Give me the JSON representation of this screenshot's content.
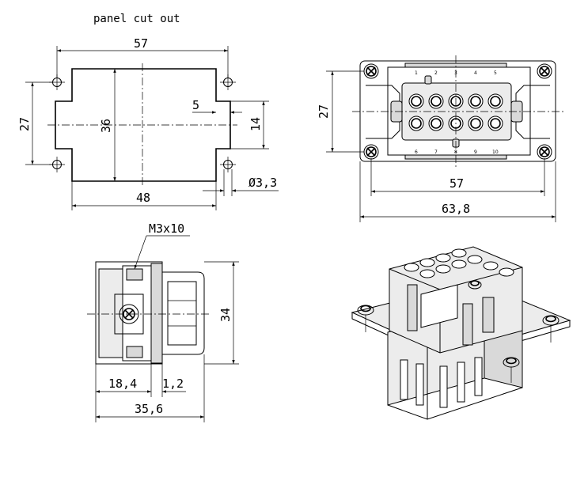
{
  "panel_cutout": {
    "title": "panel cut out",
    "dim_width": "57",
    "dim_height": "36",
    "dim_holes_vertical": "27",
    "dim_notch_depth": "5",
    "dim_notch_height": "14",
    "dim_hole_diameter": "Ø3,3",
    "dim_bottom_width": "48"
  },
  "front_view": {
    "dim_height": "27",
    "dim_hole_spacing": "57",
    "dim_overall_width": "63,8",
    "contact_numbers_top": [
      "1",
      "2",
      "3",
      "4",
      "5"
    ],
    "contact_numbers_bottom": [
      "6",
      "7",
      "8",
      "9",
      "10"
    ]
  },
  "side_view": {
    "screw_label": "M3x10",
    "dim_height": "34",
    "dim_depth_a": "18,4",
    "dim_depth_b": "1,2",
    "dim_overall_depth": "35,6"
  }
}
